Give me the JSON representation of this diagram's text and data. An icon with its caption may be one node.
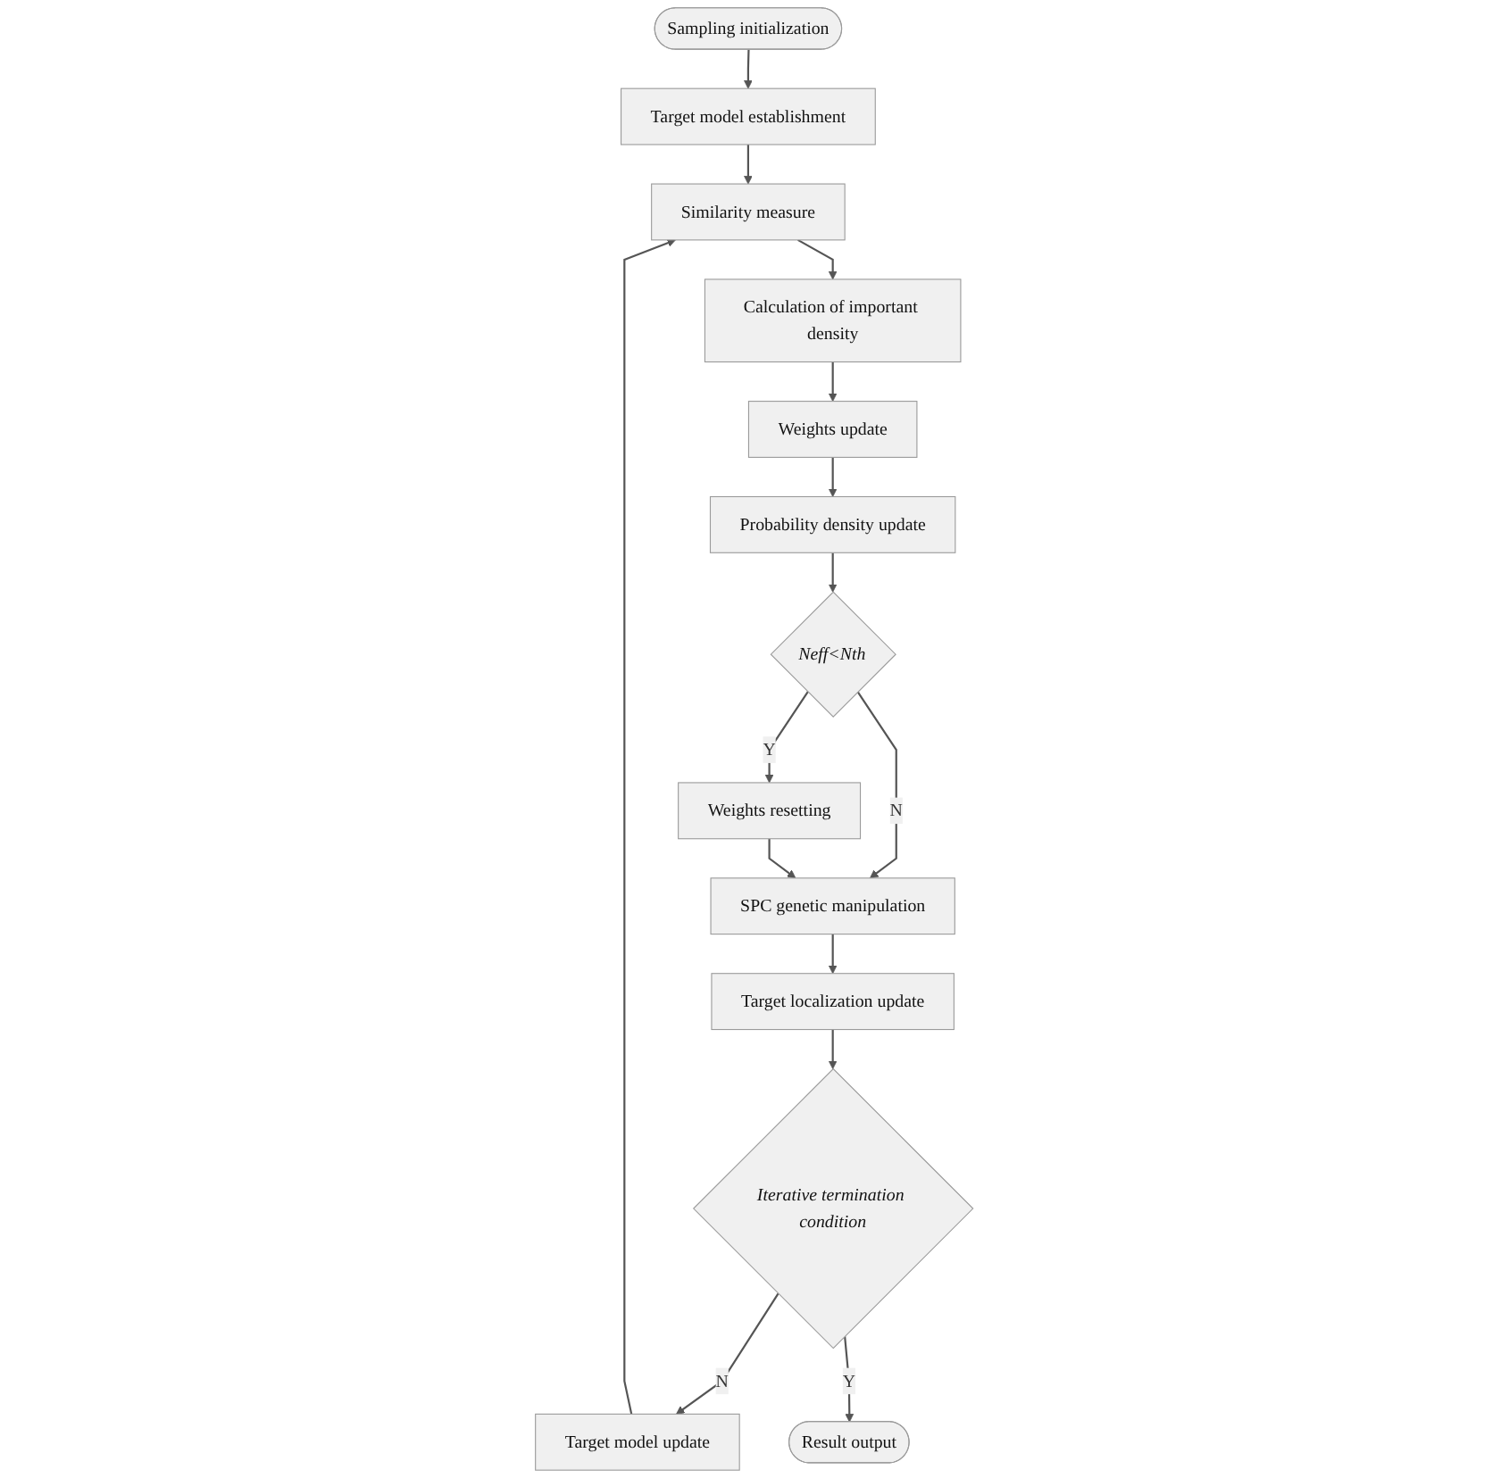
{
  "diagram": {
    "nodes": [
      {
        "text": [
          "Sampling initialization"
        ]
      },
      {
        "text": [
          "Target model establishment"
        ]
      },
      {
        "text": [
          "Similarity measure"
        ]
      },
      {
        "text": [
          "Calculation of important density"
        ]
      },
      {
        "text": [
          "Weights update"
        ]
      },
      {
        "text": [
          "Probability density update"
        ]
      },
      {
        "text": [
          "Neff<Nth"
        ]
      },
      {
        "text": [
          "Weights resetting"
        ]
      },
      {
        "text": [
          "SPC genetic manipulation"
        ]
      },
      {
        "text": [
          "Target localization update"
        ]
      },
      {
        "text": [
          "Iterative termination condition"
        ]
      },
      {
        "text": [
          "Target model update"
        ]
      },
      {
        "text": [
          "Result output"
        ]
      }
    ],
    "edges": [
      {
        "from": 0,
        "to": 1,
        "arrow": "to"
      },
      {
        "from": 1,
        "to": 2,
        "arrow": "to"
      },
      {
        "from": 2,
        "to": 3,
        "arrow": "to"
      },
      {
        "from": 3,
        "to": 4,
        "arrow": "to"
      },
      {
        "from": 4,
        "to": 5,
        "arrow": "to"
      },
      {
        "from": 5,
        "to": 6,
        "arrow": "to"
      },
      {
        "from": 6,
        "to": 7,
        "arrow": "to",
        "label": "Y"
      },
      {
        "from": 6,
        "to": 8,
        "arrow": "to",
        "label": "N"
      },
      {
        "from": 7,
        "to": 8,
        "arrow": "to"
      },
      {
        "from": 8,
        "to": 9,
        "arrow": "to"
      },
      {
        "from": 9,
        "to": 10,
        "arrow": "to"
      },
      {
        "from": 10,
        "to": 11,
        "arrow": "to",
        "label": "N"
      },
      {
        "from": 10,
        "to": 12,
        "arrow": "to",
        "label": "Y"
      },
      {
        "from": 11,
        "to": 2,
        "arrow": "to"
      }
    ]
  }
}
